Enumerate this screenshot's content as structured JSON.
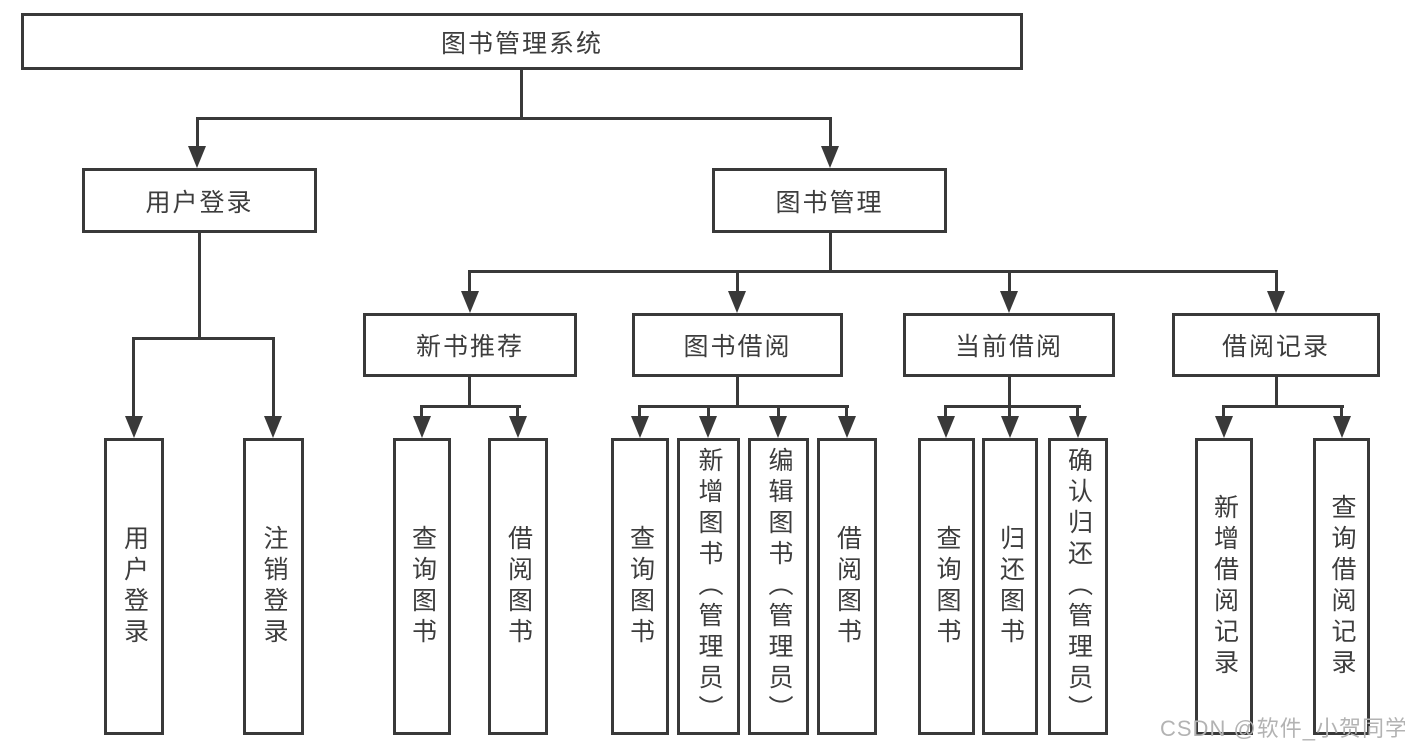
{
  "nodes": {
    "root": "图书管理系统",
    "user_login": "用户登录",
    "book_mgmt": "图书管理",
    "new_book_rec": "新书推荐",
    "book_borrow": "图书借阅",
    "current_borrow": "当前借阅",
    "borrow_records": "借阅记录",
    "leaf_user_login": "用户登录",
    "leaf_logout": "注销登录",
    "rec_query_book": "查询图书",
    "rec_borrow_book": "借阅图书",
    "bb_query_book": "查询图书",
    "bb_add_book": "新增图书（管理员）",
    "bb_edit_book": "编辑图书（管理员）",
    "bb_borrow_book": "借阅图书",
    "cb_query_book": "查询图书",
    "cb_return_book": "归还图书",
    "cb_confirm_return": "确认归还（管理员）",
    "br_add_record": "新增借阅记录",
    "br_query_record": "查询借阅记录"
  },
  "watermark": {
    "text": "CSDN @软件_小贺同学",
    "color": "#b3b3b3"
  },
  "colors": {
    "line": "#393939",
    "text": "#3d3d3d",
    "background": "#ffffff"
  }
}
